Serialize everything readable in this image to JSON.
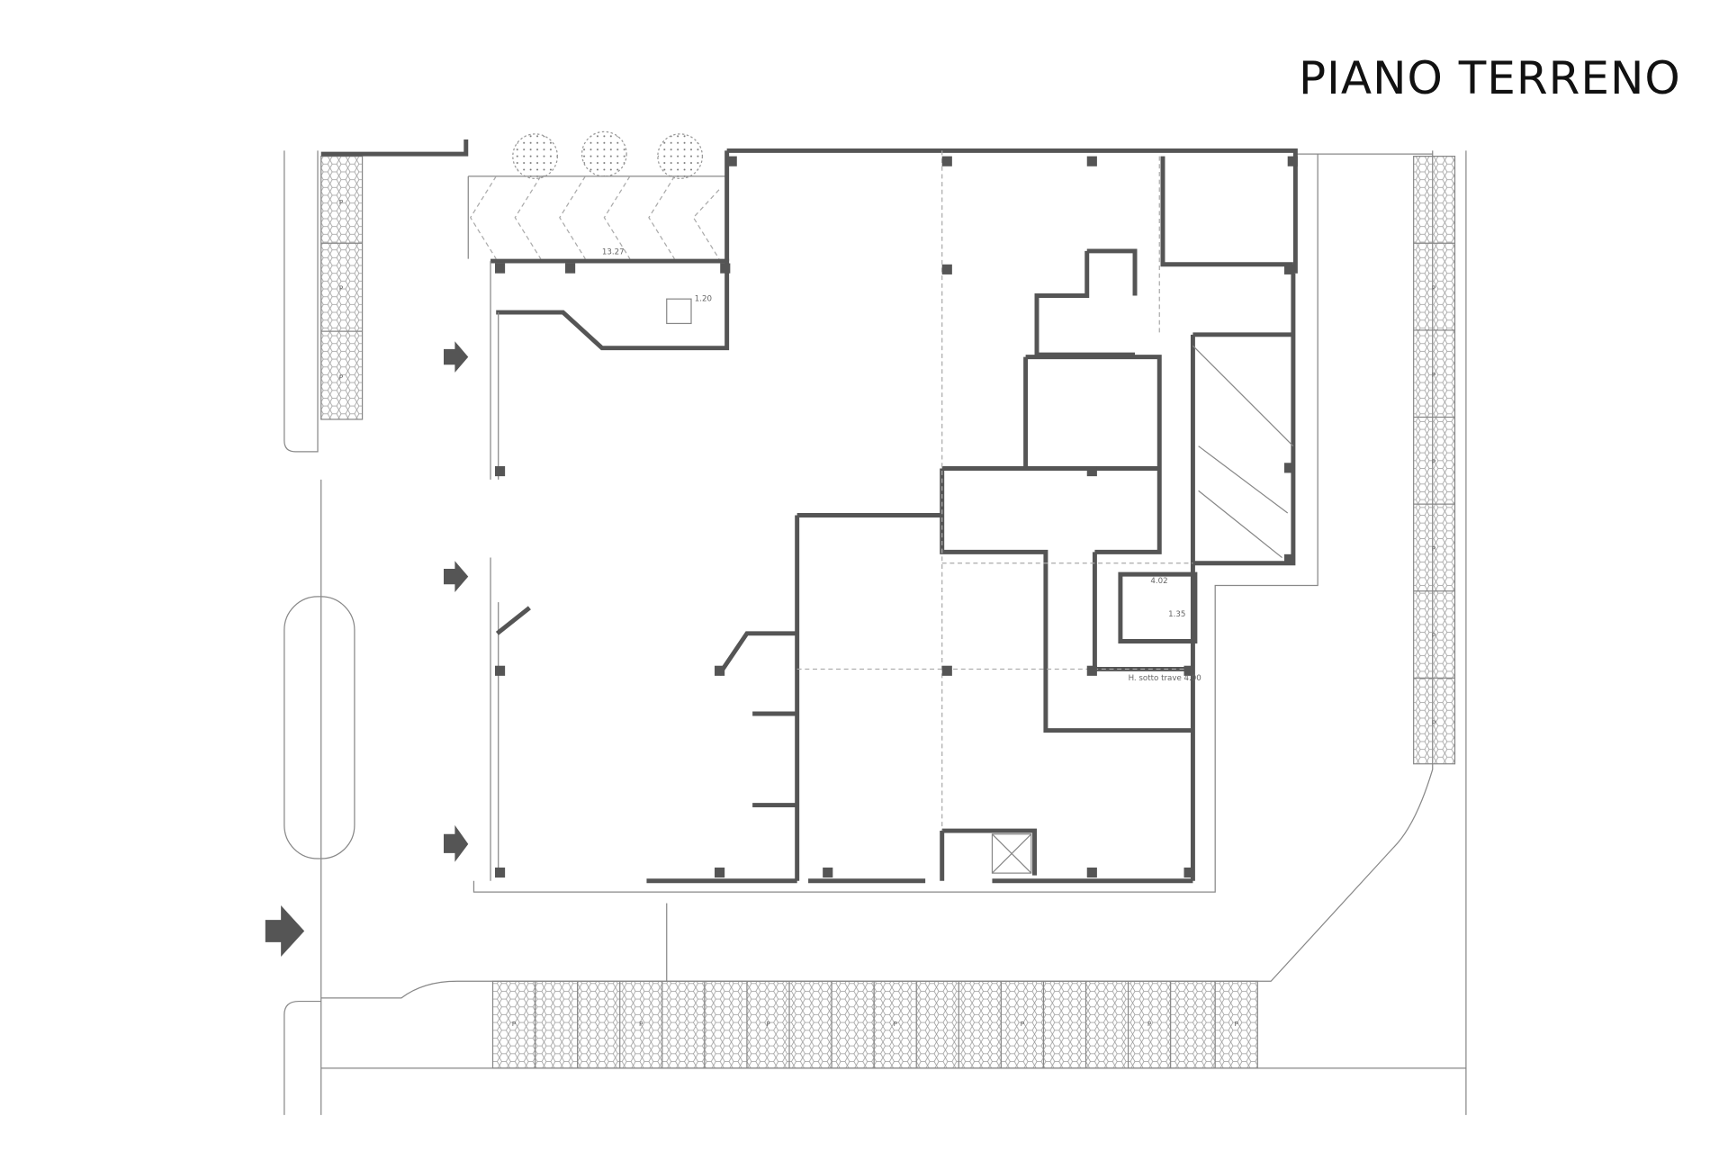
{
  "title": "PIANO TERRENO",
  "plan": {
    "labels": {
      "courtyard_width": "13.27",
      "stair_dim": "1.20",
      "beam_height": "H. sotto trave 4.00",
      "stair2_dim_a": "4.02",
      "stair2_dim_b": "1.35"
    },
    "parking_symbol": "P",
    "colors": {
      "walls": "#555555",
      "lines": "#888888"
    }
  }
}
